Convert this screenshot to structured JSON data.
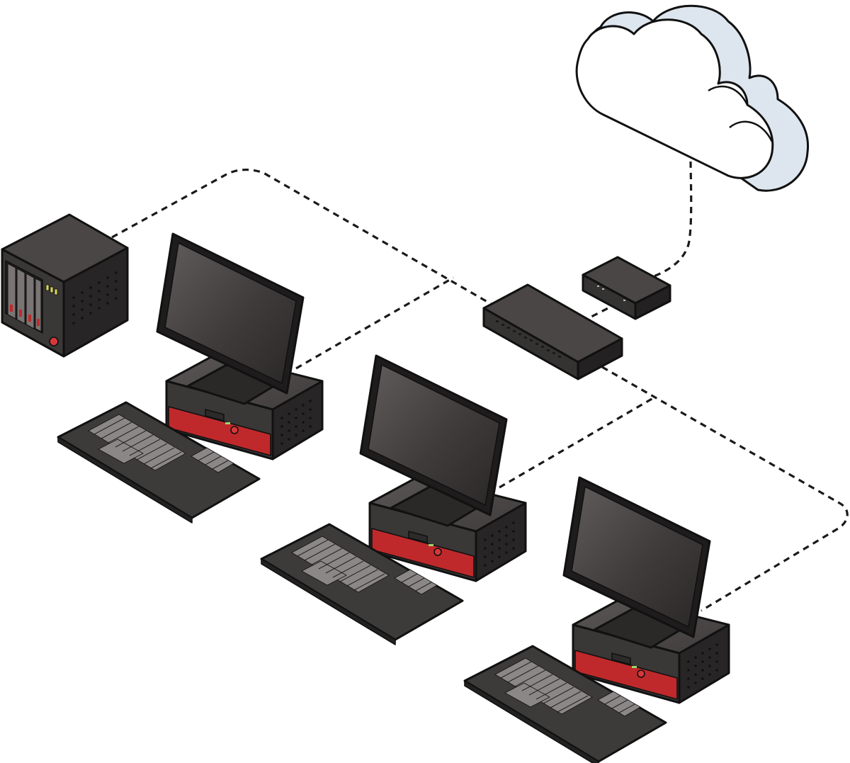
{
  "diagram": {
    "nodes": [
      {
        "id": "cloud",
        "icon": "cloud-icon"
      },
      {
        "id": "modem",
        "icon": "modem-icon"
      },
      {
        "id": "switch",
        "icon": "network-switch-icon"
      },
      {
        "id": "nas",
        "icon": "nas-server-icon"
      },
      {
        "id": "workstation-1",
        "icon": "desktop-computer-icon"
      },
      {
        "id": "workstation-2",
        "icon": "desktop-computer-icon"
      },
      {
        "id": "workstation-3",
        "icon": "desktop-computer-icon"
      }
    ],
    "links": [
      {
        "from": "cloud",
        "to": "modem",
        "style": "dashed"
      },
      {
        "from": "modem",
        "to": "switch",
        "style": "dashed"
      },
      {
        "from": "nas",
        "to": "switch",
        "style": "dashed"
      },
      {
        "from": "workstation-1",
        "to": "switch",
        "style": "dashed"
      },
      {
        "from": "workstation-2",
        "to": "switch",
        "style": "dashed"
      },
      {
        "from": "workstation-3",
        "to": "switch",
        "style": "dashed"
      }
    ],
    "colors": {
      "device_body": "#3d3a3a",
      "device_side": "#262424",
      "accent_red": "#c0292b",
      "cloud_fill": "#ffffff",
      "cloud_shade": "#dde6ee",
      "wire": "#1a1a1a"
    }
  }
}
